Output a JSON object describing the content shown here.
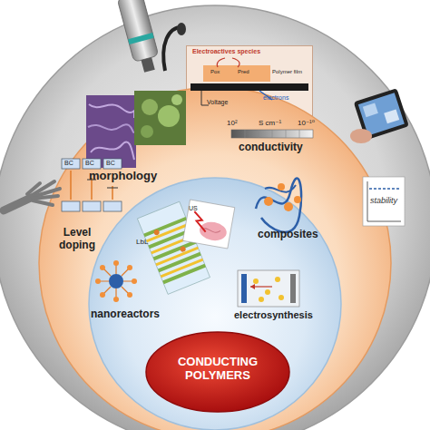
{
  "diagram": {
    "nodes": [
      {
        "text": [
          "stability"
        ]
      },
      {
        "text": [
          "Electroactives species",
          "Pox",
          "Pred",
          "Polymer film",
          "Voltage",
          "electrons"
        ],
        "in": 0
      },
      {
        "text": [
          "morphology",
          "conductivity",
          "Level doping"
        ],
        "in": 0
      },
      {
        "text": [
          "composites",
          "nanoreactors",
          "electrosynthesis"
        ],
        "in": 2
      },
      {
        "text": [
          "CONDUCTING POLYMERS"
        ],
        "in": 3
      }
    ],
    "labels": [
      "10²",
      "S cm⁻¹",
      "10⁻¹⁰",
      "BC",
      "BC",
      "BC",
      "LbL",
      "US"
    ]
  }
}
